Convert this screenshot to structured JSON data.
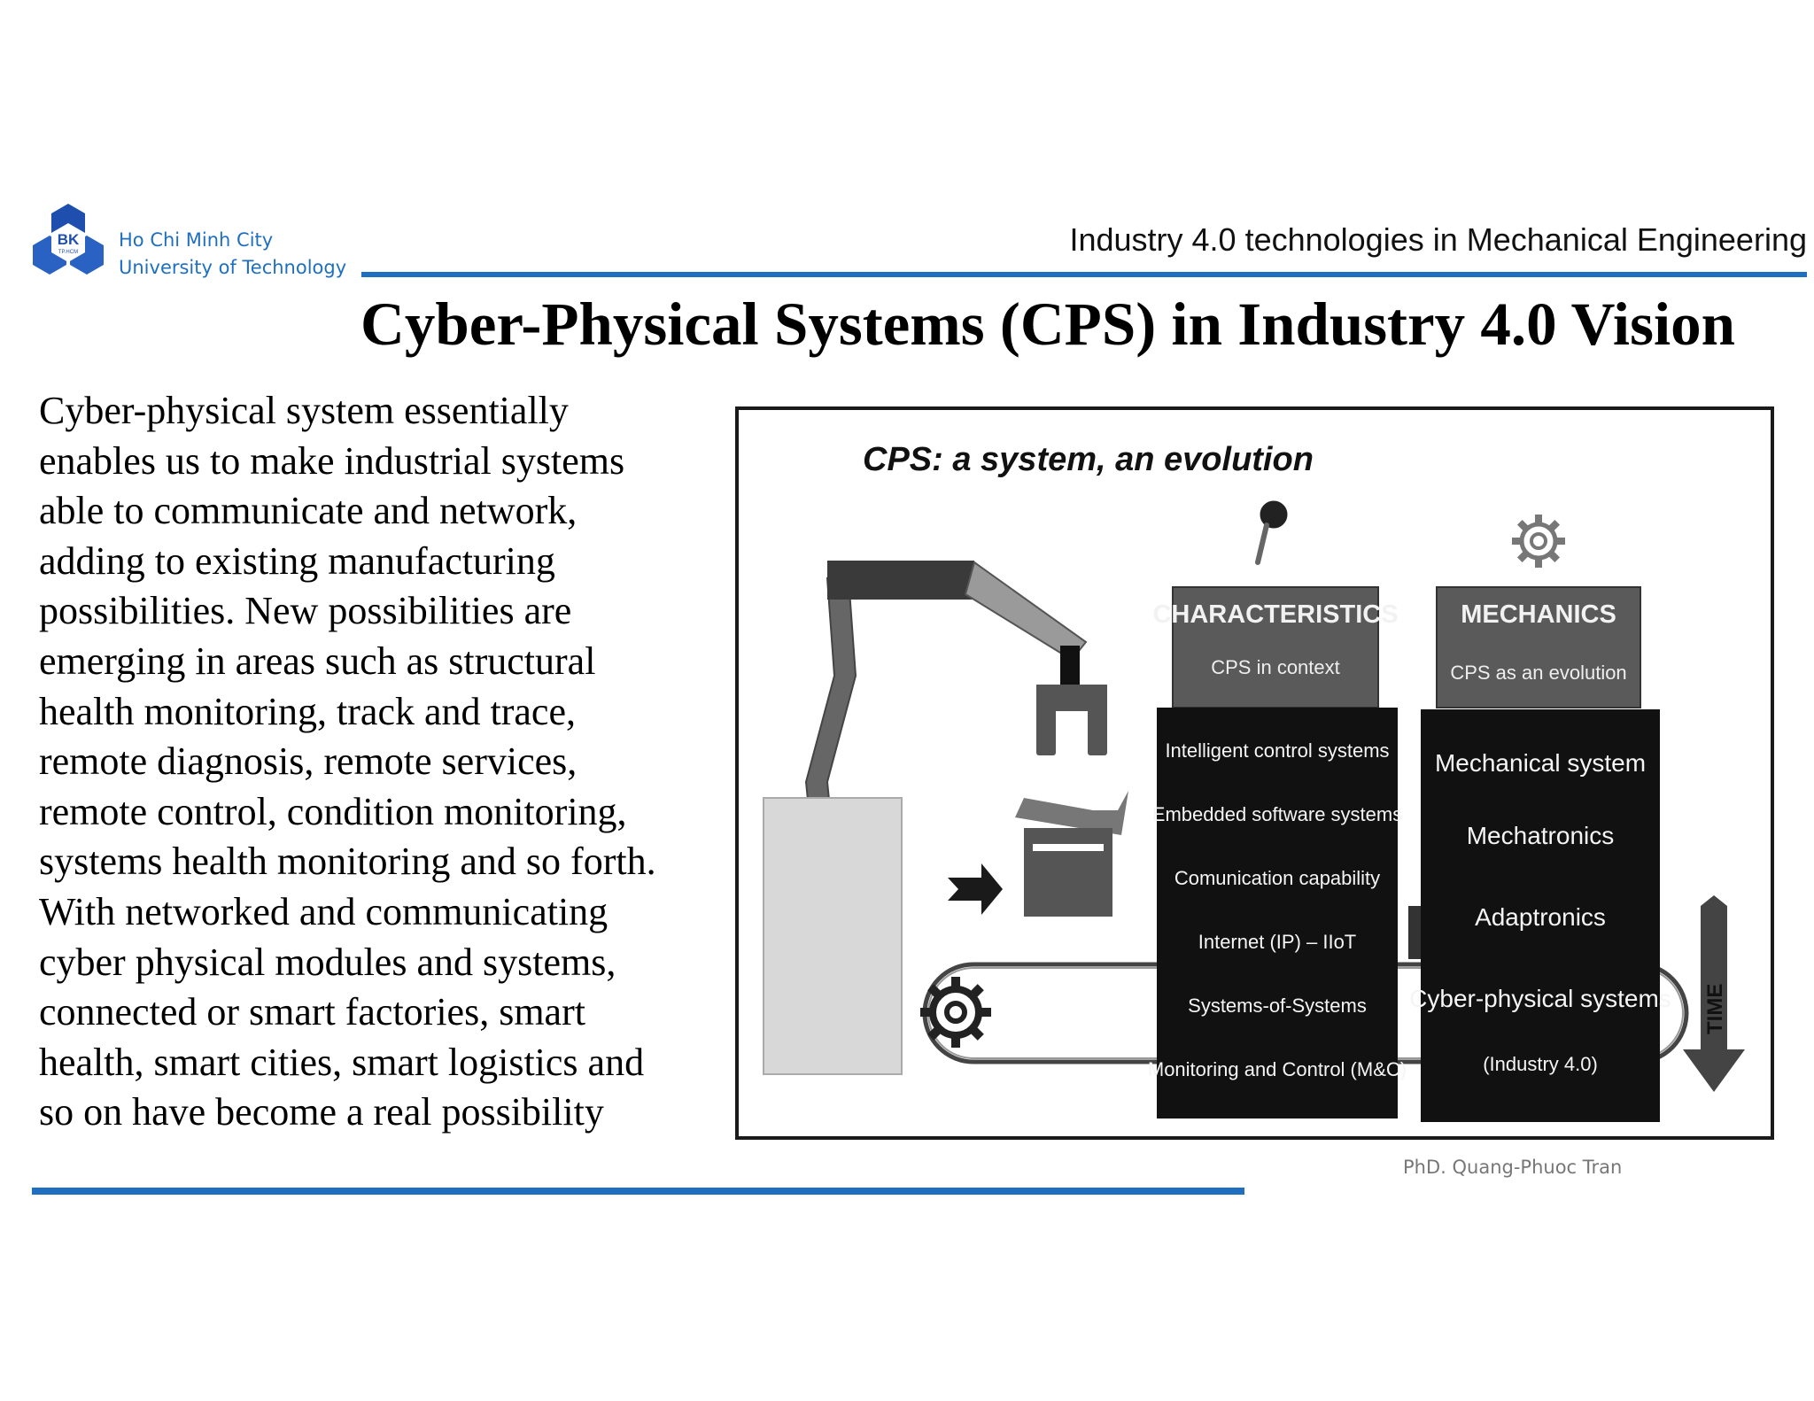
{
  "header": {
    "logo_text": "BK",
    "logo_sub": "TP.HCM",
    "university_line1": "Ho Chi Minh City",
    "university_line2": "University of Technology",
    "course_title": "Industry 4.0 technologies in Mechanical Engineering"
  },
  "slide": {
    "title": "Cyber-Physical Systems (CPS) in Industry 4.0 Vision",
    "body_lines": [
      "Cyber-physical system essentially",
      "enables us to make industrial systems",
      "able to communicate and network,",
      "adding to existing manufacturing",
      "possibilities. New possibilities are",
      "emerging in areas such as structural",
      "health monitoring, track and trace,",
      "remote diagnosis, remote services,",
      "remote control, condition monitoring,",
      "systems health monitoring and so forth.",
      "With networked and communicating",
      "cyber physical modules and systems,",
      "connected or smart factories, smart",
      "health, smart cities, smart logistics and",
      "so on have become a real possibility"
    ]
  },
  "figure": {
    "heading": "CPS: a system, an evolution",
    "characteristics": {
      "title": "CHARACTERISTICS",
      "subtitle": "CPS in context",
      "items": [
        "Intelligent control systems",
        "Embedded software systems",
        "Comunication capability",
        "Internet (IP) – IIoT",
        "Systems-of-Systems",
        "Monitoring and Control (M&C)"
      ]
    },
    "mechanics": {
      "title": "MECHANICS",
      "subtitle": "CPS as an evolution",
      "items": [
        "Mechanical system",
        "Mechatronics",
        "Adaptronics",
        "Cyber-physical systems",
        "(Industry 4.0)"
      ]
    },
    "time_label": "TIME",
    "icons": [
      "magnifier-icon",
      "gear-icon",
      "conveyor-gear-icon",
      "arrow-right-icon",
      "time-arrow-icon"
    ]
  },
  "footer": {
    "author": "PhD. Quang-Phuoc Tran"
  },
  "colors": {
    "accent_blue": "#1f6fc0",
    "box_dark": "#111111",
    "box_gray": "#5a5a5a"
  }
}
